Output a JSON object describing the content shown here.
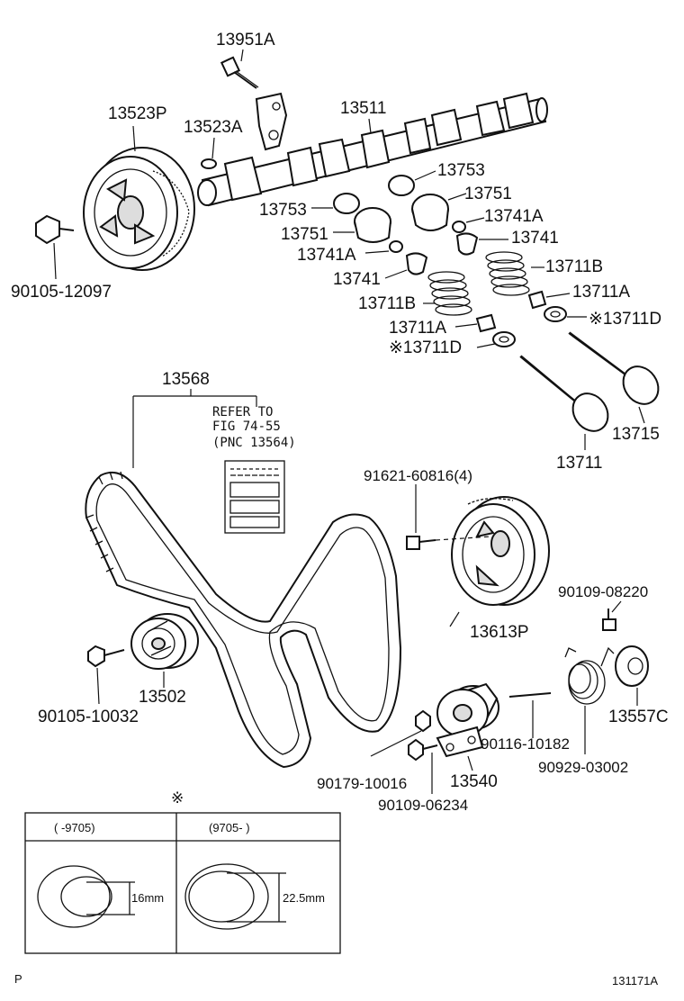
{
  "parts": {
    "p13951A": "13951A",
    "p13523P": "13523P",
    "p13523A": "13523A",
    "p13511": "13511",
    "p13753a": "13753",
    "p13753b": "13753",
    "p13751a": "13751",
    "p13751b": "13751",
    "p13741Aa": "13741A",
    "p13741Ab": "13741A",
    "p13741a": "13741",
    "p13741b": "13741",
    "p13711Ba": "13711B",
    "p13711Bb": "13711B",
    "p13711Aa": "13711A",
    "p13711Ab": "13711A",
    "p13711Da": "※13711D",
    "p13711Db": "※13711D",
    "p13715": "13715",
    "p13711": "13711",
    "p90105_12097": "90105-12097",
    "p13568": "13568",
    "p91621": "91621-60816(4)",
    "p13613P": "13613P",
    "p90109_08220": "90109-08220",
    "p13557C": "13557C",
    "p90105_10032": "90105-10032",
    "p13502": "13502",
    "p90116": "90116-10182",
    "p90929": "90929-03002",
    "p90179": "90179-10016",
    "p13540": "13540",
    "p90109_06234": "90109-06234"
  },
  "refer": {
    "line1": "REFER TO",
    "line2": "FIG 74-55",
    "line3": "(PNC 13564)"
  },
  "table": {
    "marker": "※",
    "col1_header": "(     -9705)",
    "col2_header": "(9705-      )",
    "col1_dim": "16mm",
    "col2_dim": "22.5mm"
  },
  "footer": {
    "left": "P",
    "right": "131171A"
  }
}
